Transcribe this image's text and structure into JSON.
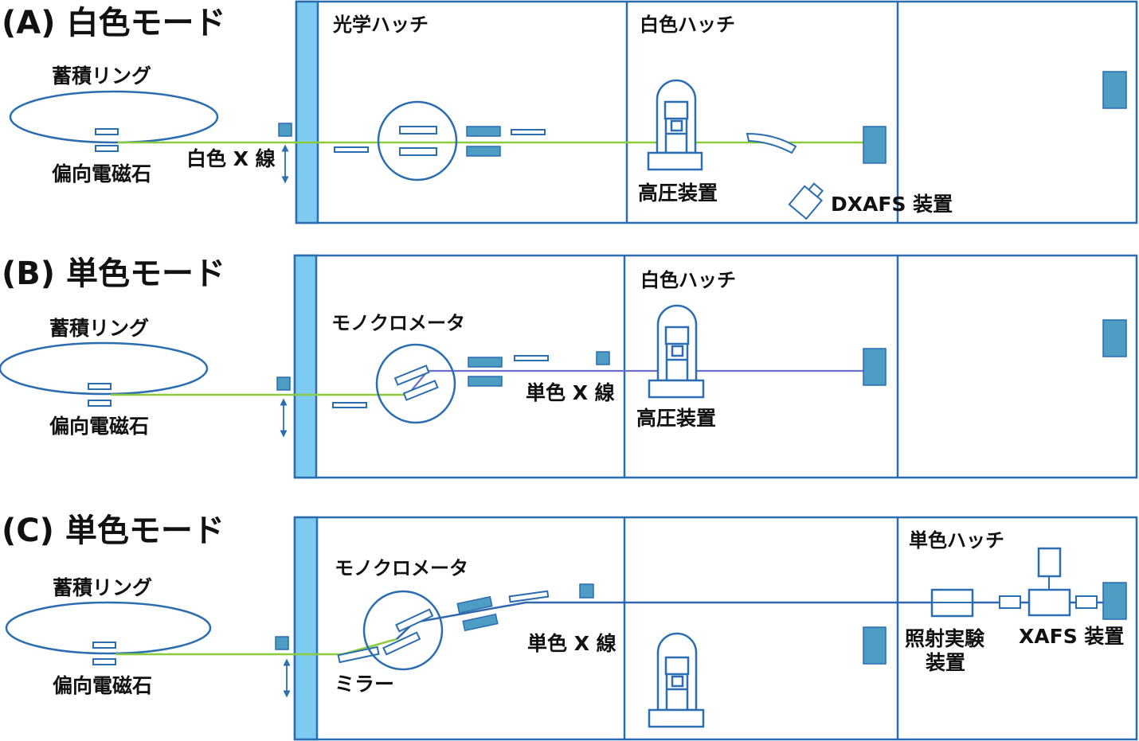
{
  "colors": {
    "outline": "#2a6db0",
    "wall": "#7ecbf2",
    "component_fill": "#4d9cc4",
    "white_beam": "#8ccc3c",
    "mono_beam_b": "#6a6ec4",
    "mono_beam_c": "#2f66ad"
  },
  "panel_a": {
    "title": "(A) 白色モード",
    "ring_label": "蓄積リング",
    "magnet_label": "偏向電磁石",
    "beam_label": "白色 X 線",
    "hutch1_label": "光学ハッチ",
    "hutch2_label": "白色ハッチ",
    "hp_label": "高圧装置",
    "dxafs_label": "DXAFS 装置"
  },
  "panel_b": {
    "title": "(B) 単色モード",
    "ring_label": "蓄積リング",
    "magnet_label": "偏向電磁石",
    "mono_label": "モノクロメータ",
    "beam_label": "単色 X 線",
    "hutch_label": "白色ハッチ",
    "hp_label": "高圧装置"
  },
  "panel_c": {
    "title": "(C) 単色モード",
    "ring_label": "蓄積リング",
    "magnet_label": "偏向電磁石",
    "mono_label": "モノクロメータ",
    "mirror_label": "ミラー",
    "beam_label": "単色 X 線",
    "hutch_label": "単色ハッチ",
    "irr_label_1": "照射実験",
    "irr_label_2": "装置",
    "xafs_label": "XAFS 装置"
  }
}
